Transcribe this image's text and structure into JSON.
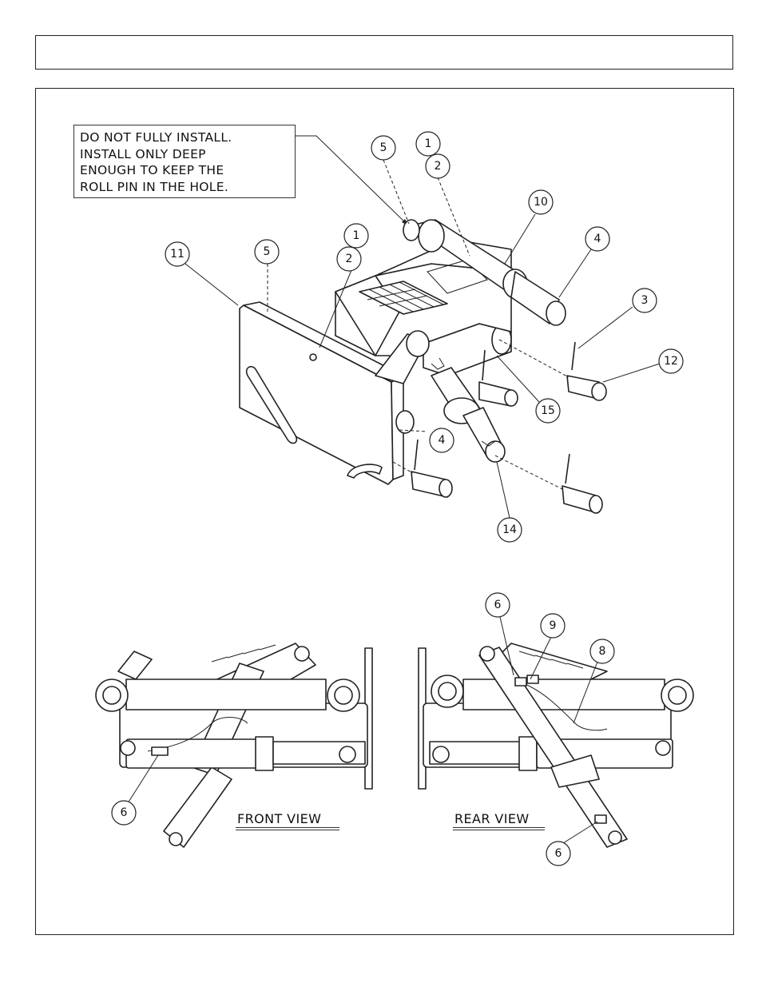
{
  "note": {
    "lines": [
      "DO NOT FULLY INSTALL.",
      "INSTALL ONLY DEEP",
      "ENOUGH TO KEEP THE",
      "ROLL PIN IN THE HOLE."
    ]
  },
  "views": {
    "front": "FRONT VIEW",
    "rear": "REAR VIEW"
  },
  "callouts": {
    "c5a": "5",
    "c1a": "1",
    "c2a": "2",
    "c10": "10",
    "c4a": "4",
    "c1b": "1",
    "c2b": "2",
    "c11": "11",
    "c5b": "5",
    "c3": "3",
    "c12": "12",
    "c15": "15",
    "c4b": "4",
    "c14": "14",
    "c6a": "6",
    "c9": "9",
    "c8": "8",
    "c6b": "6",
    "c6c": "6"
  }
}
